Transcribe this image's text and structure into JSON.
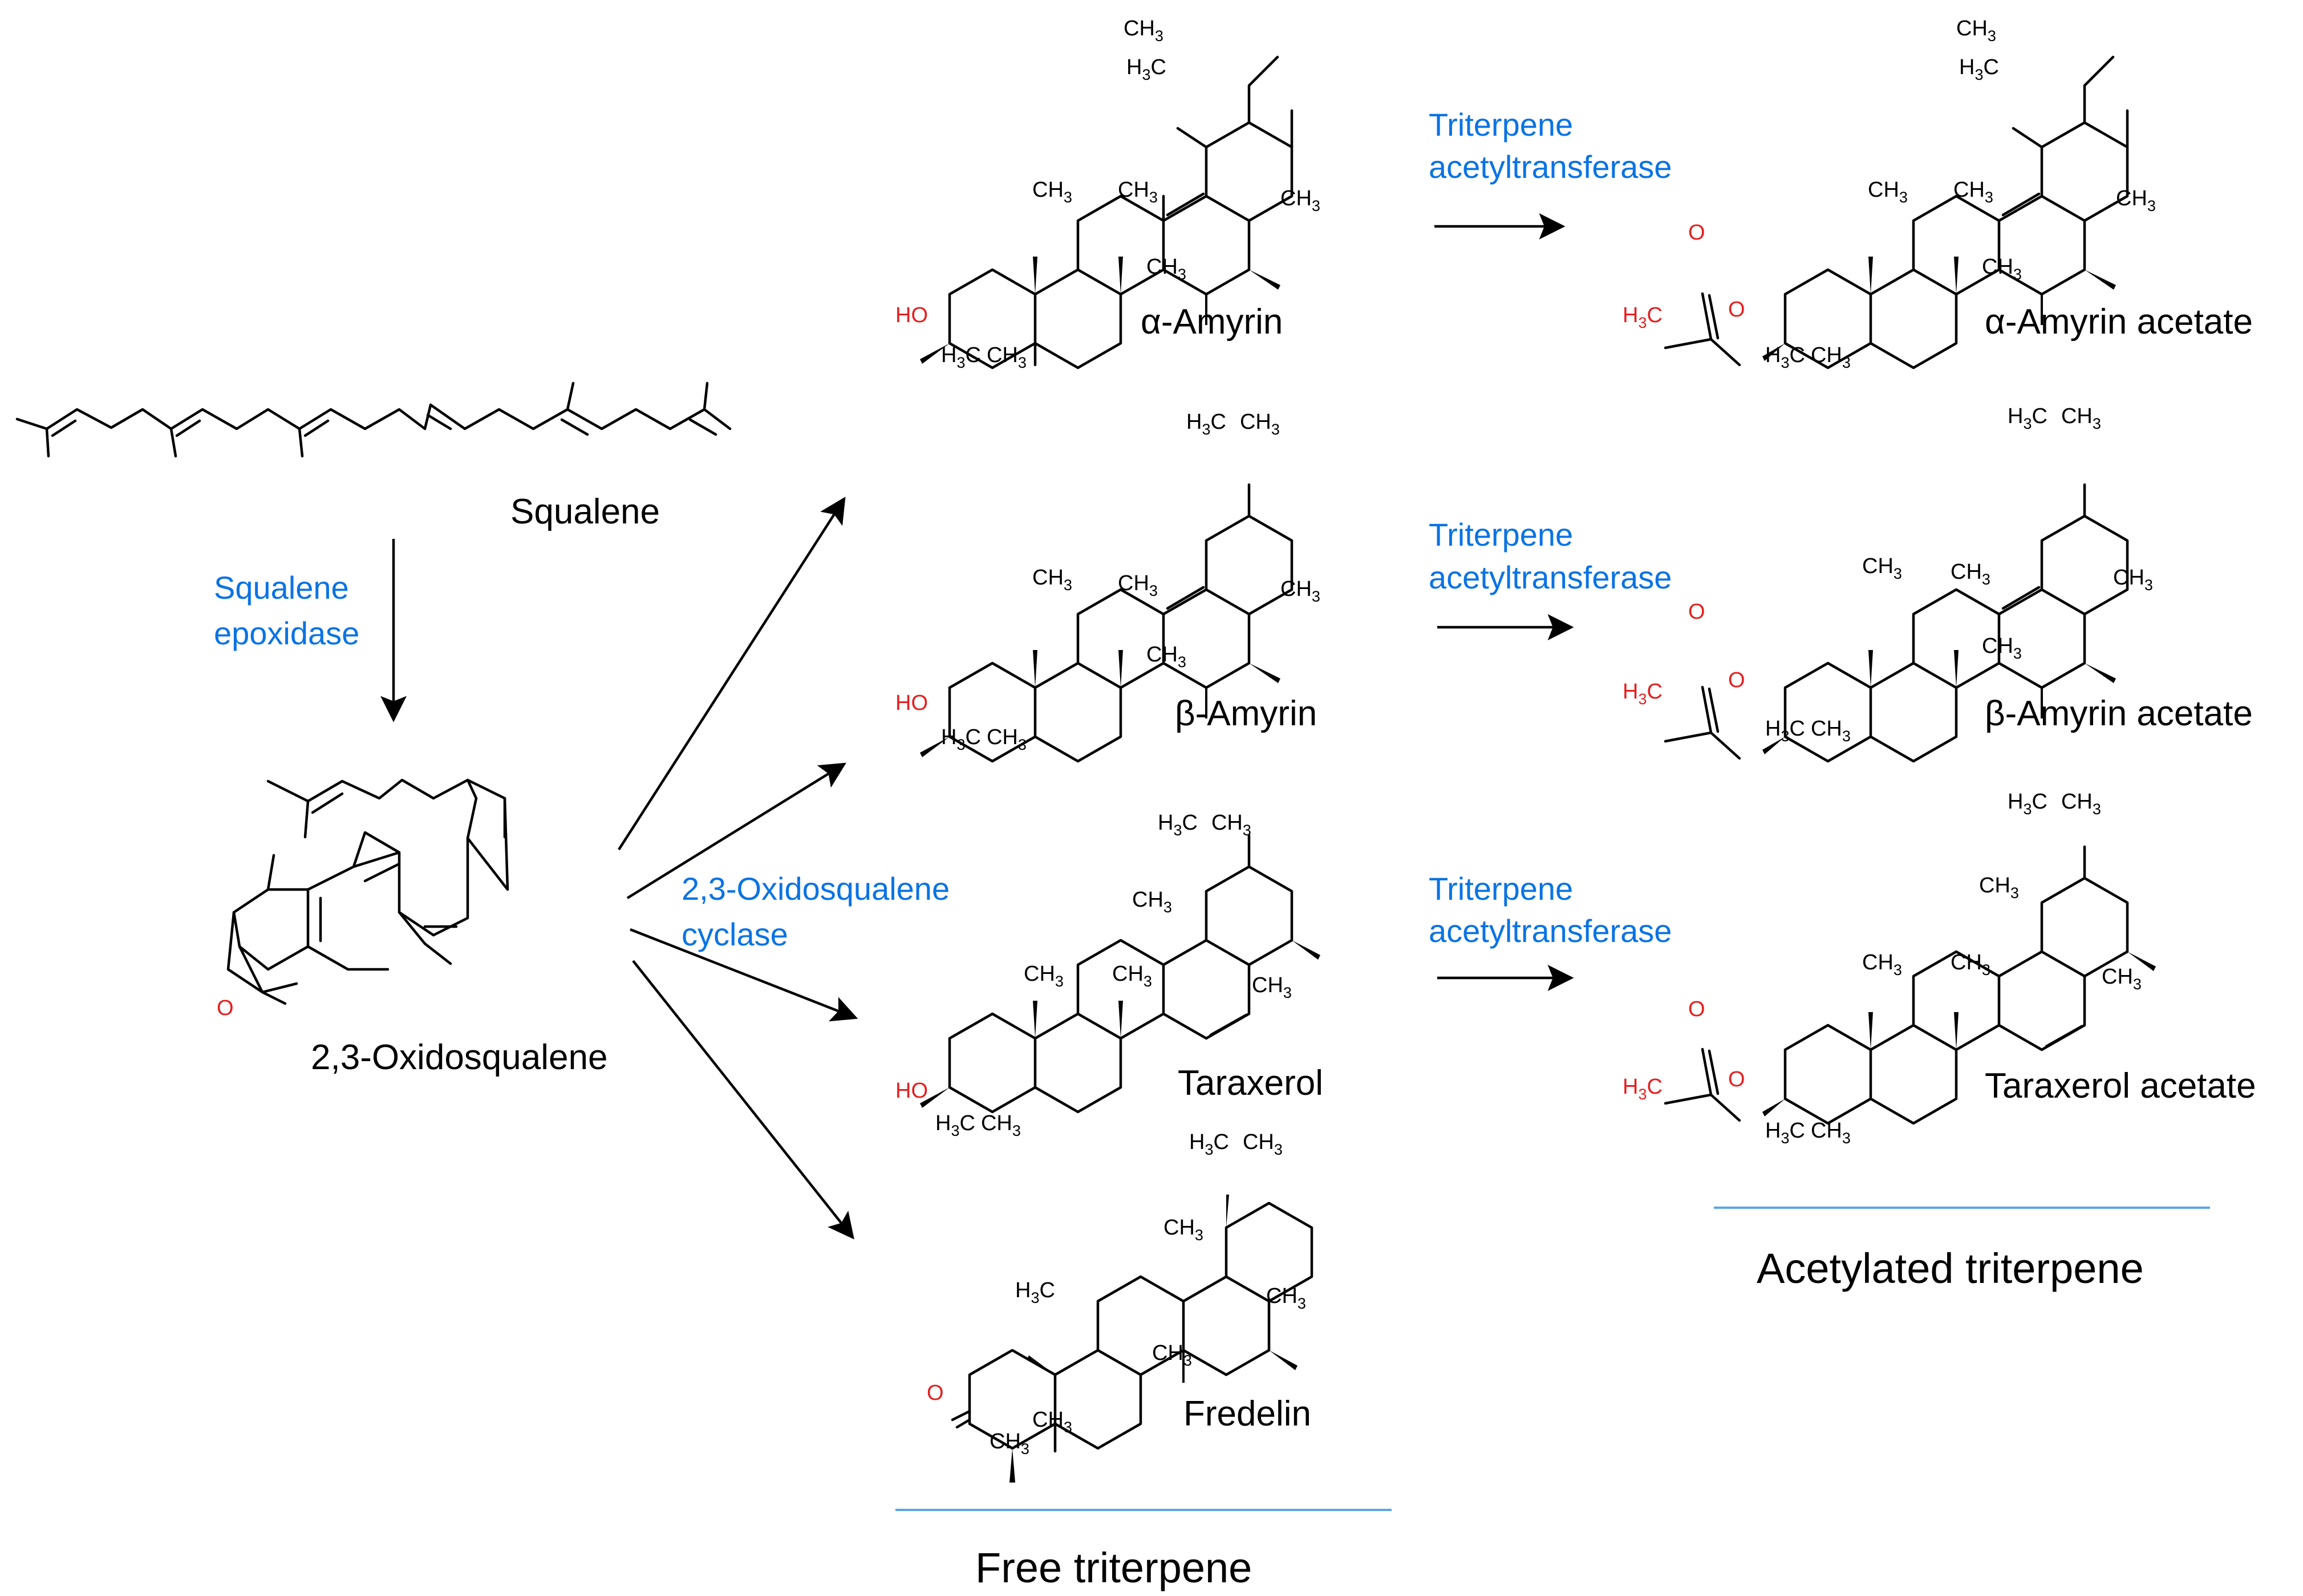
{
  "colors": {
    "enzyme": "#0a73e4",
    "heteroatom": "#e61e1e",
    "bracket": "#5aa6e6",
    "ink": "#000000"
  },
  "labels": {
    "squalene": "Squalene",
    "oxidosqualene": "2,3-Oxidosqualene",
    "alpha_amyrin": "α-Amyrin",
    "beta_amyrin": "β-Amyrin",
    "taraxerol": "Taraxerol",
    "fredelin": "Fredelin",
    "alpha_amyrin_acetate": "α-Amyrin acetate",
    "beta_amyrin_acetate": "β-Amyrin acetate",
    "taraxerol_acetate": "Taraxerol acetate",
    "free_triterpene": "Free triterpene",
    "acetylated_triterpene": "Acetylated triterpene"
  },
  "enzymes": {
    "squalene_epoxidase": [
      "Squalene",
      "epoxidase"
    ],
    "oxidosqualene_cyclase": [
      "2,3-Oxidosqualene",
      "cyclase"
    ],
    "acetyltransferase": [
      "Triterpene",
      "acetyltransferase"
    ]
  },
  "atoms": {
    "methyl": "CH",
    "methyl_left": "H",
    "carbon": "C",
    "sub3": "3",
    "hydroxyl": "HO",
    "oxygen": "O"
  }
}
